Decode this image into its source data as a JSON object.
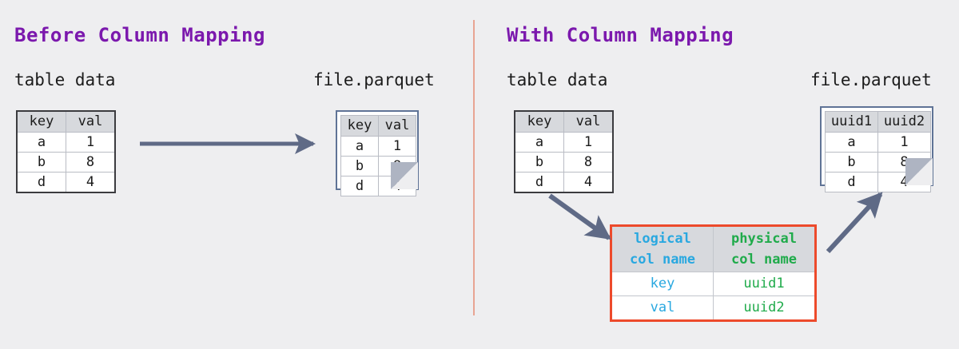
{
  "background_color": "#eeeef0",
  "divider": {
    "color": "#e8a493"
  },
  "colors": {
    "title_purple": "#7b18ad",
    "logical_blue": "#29a8e0",
    "physical_green": "#20ab4b",
    "arrow_slate": "#5f6a86",
    "mapping_border_red": "#ed4a2b",
    "parquet_border": "#5f7396",
    "table_border": "#3b3b3f",
    "header_fill": "#d7d9dd"
  },
  "left_panel": {
    "title": "Before Column Mapping",
    "table_caption": "table data",
    "parquet_caption": "file.parquet",
    "table": {
      "headers": [
        "key",
        "val"
      ],
      "rows": [
        [
          "a",
          "1"
        ],
        [
          "b",
          "8"
        ],
        [
          "d",
          "4"
        ]
      ]
    },
    "parquet_table": {
      "headers": [
        "key",
        "val"
      ],
      "rows": [
        [
          "a",
          "1"
        ],
        [
          "b",
          "8"
        ],
        [
          "d",
          "4"
        ]
      ]
    },
    "arrow": {
      "name": "write-arrow",
      "direction": "right"
    }
  },
  "right_panel": {
    "title": "With Column Mapping",
    "table_caption": "table data",
    "parquet_caption": "file.parquet",
    "table": {
      "headers": [
        "key",
        "val"
      ],
      "rows": [
        [
          "a",
          "1"
        ],
        [
          "b",
          "8"
        ],
        [
          "d",
          "4"
        ]
      ]
    },
    "parquet_table": {
      "headers": [
        "uuid1",
        "uuid2"
      ],
      "rows": [
        [
          "a",
          "1"
        ],
        [
          "b",
          "8"
        ],
        [
          "d",
          "4"
        ]
      ]
    },
    "mapping_table": {
      "headers": [
        "logical\ncol name",
        "physical\ncol name"
      ],
      "header_line1": [
        "logical",
        "physical"
      ],
      "header_line2": [
        "col name",
        "col name"
      ],
      "rows": [
        [
          "key",
          "uuid1"
        ],
        [
          "val",
          "uuid2"
        ]
      ]
    },
    "arrow_down": {
      "name": "lookup-arrow",
      "direction": "down-right"
    },
    "arrow_up": {
      "name": "write-arrow",
      "direction": "up-right"
    }
  }
}
